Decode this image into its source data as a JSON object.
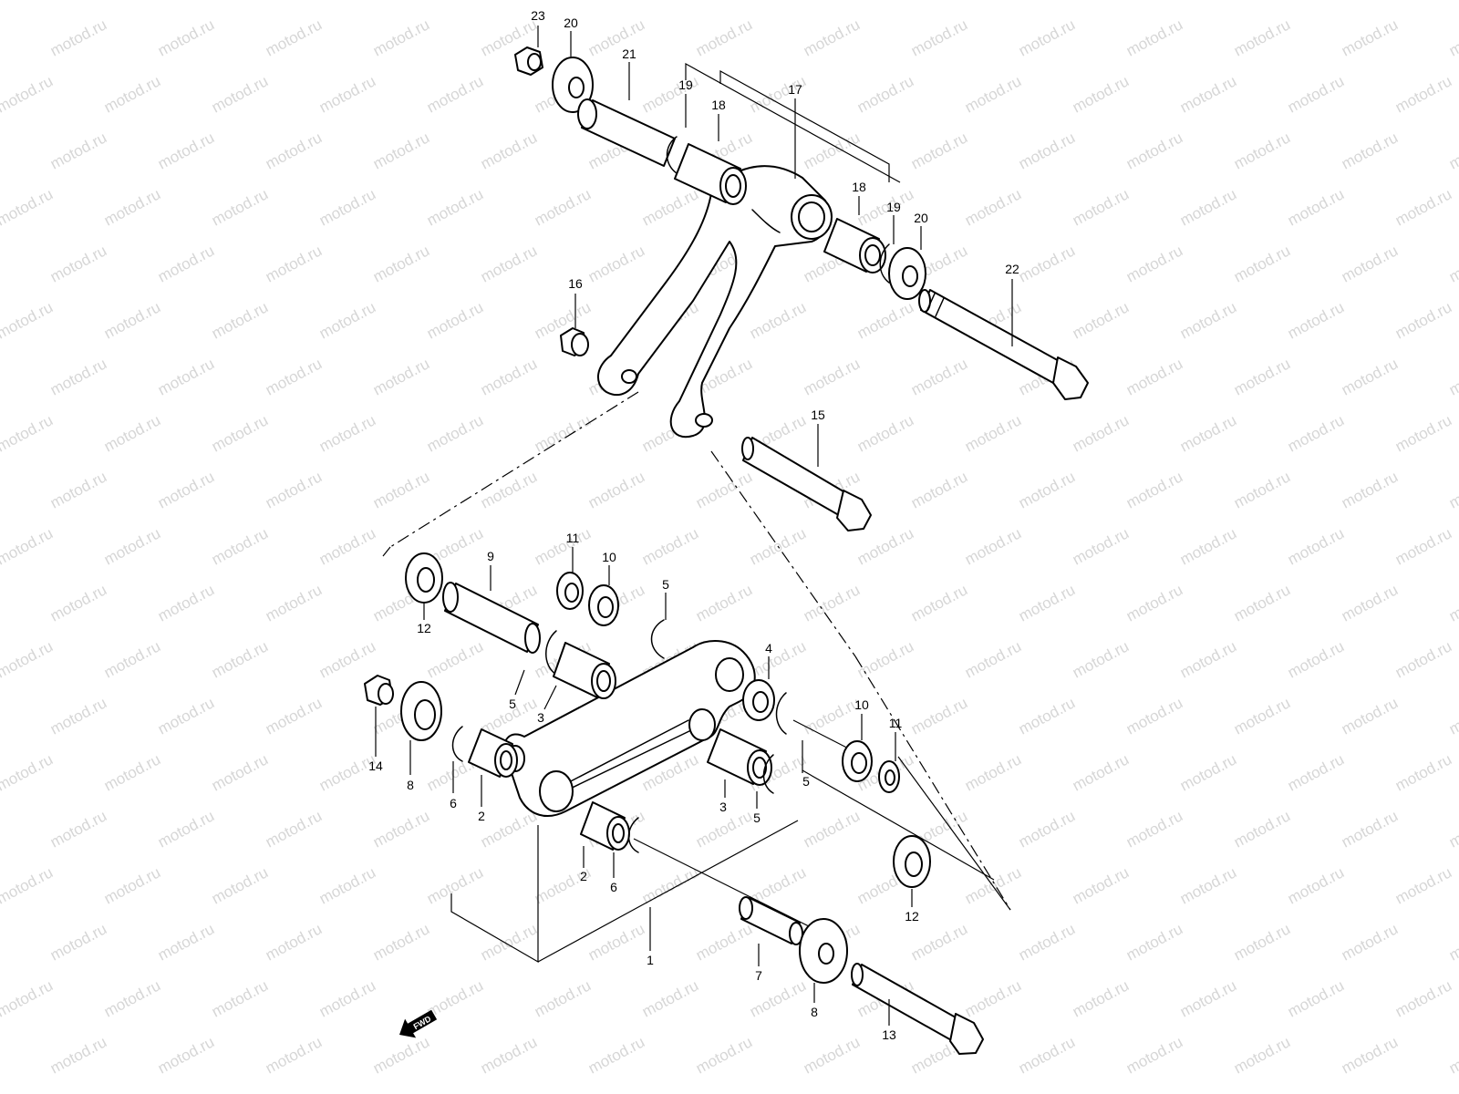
{
  "watermark": "motod.ru",
  "fwd_label": "FWD",
  "colors": {
    "line": "#000000",
    "background": "#ffffff",
    "watermark": "#d6d6d6"
  },
  "callouts": [
    {
      "id": "c23a",
      "label": "23"
    },
    {
      "id": "c20a",
      "label": "20"
    },
    {
      "id": "c21",
      "label": "21"
    },
    {
      "id": "c19a",
      "label": "19"
    },
    {
      "id": "c18a",
      "label": "18"
    },
    {
      "id": "c17",
      "label": "17"
    },
    {
      "id": "c18b",
      "label": "18"
    },
    {
      "id": "c19b",
      "label": "19"
    },
    {
      "id": "c20b",
      "label": "20"
    },
    {
      "id": "c22",
      "label": "22"
    },
    {
      "id": "c16",
      "label": "16"
    },
    {
      "id": "c15",
      "label": "15"
    },
    {
      "id": "c9",
      "label": "9"
    },
    {
      "id": "c11a",
      "label": "11"
    },
    {
      "id": "c10a",
      "label": "10"
    },
    {
      "id": "c5a",
      "label": "5"
    },
    {
      "id": "c12a",
      "label": "12"
    },
    {
      "id": "c4",
      "label": "4"
    },
    {
      "id": "c5b",
      "label": "5"
    },
    {
      "id": "c3a",
      "label": "3"
    },
    {
      "id": "c14",
      "label": "14"
    },
    {
      "id": "c8a",
      "label": "8"
    },
    {
      "id": "c6a",
      "label": "6"
    },
    {
      "id": "c2a",
      "label": "2"
    },
    {
      "id": "c10b",
      "label": "10"
    },
    {
      "id": "c11b",
      "label": "11"
    },
    {
      "id": "c5c",
      "label": "5"
    },
    {
      "id": "c3b",
      "label": "3"
    },
    {
      "id": "c5d",
      "label": "5"
    },
    {
      "id": "c2b",
      "label": "2"
    },
    {
      "id": "c6b",
      "label": "6"
    },
    {
      "id": "c12b",
      "label": "12"
    },
    {
      "id": "c1",
      "label": "1"
    },
    {
      "id": "c7",
      "label": "7"
    },
    {
      "id": "c8b",
      "label": "8"
    },
    {
      "id": "c13",
      "label": "13"
    }
  ]
}
